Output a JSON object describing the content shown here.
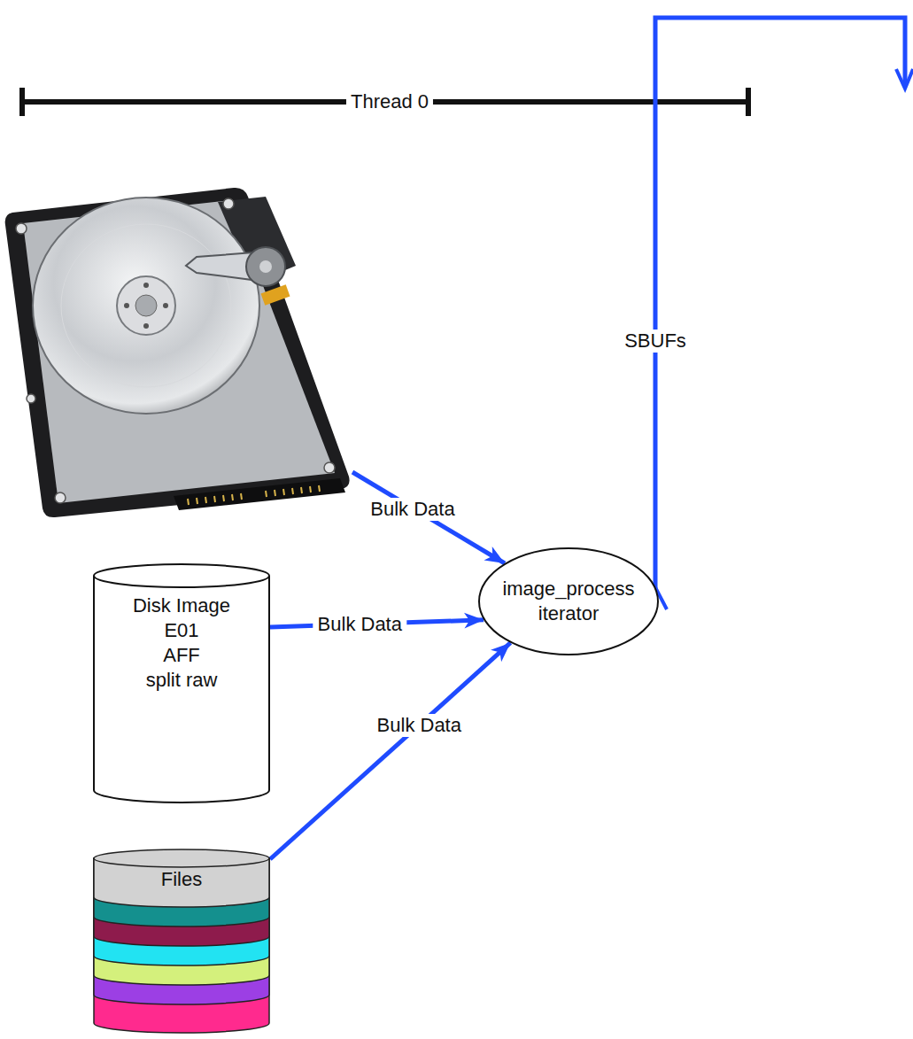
{
  "diagram": {
    "nodes": [
      {
        "text": [
          "image_process iterator"
        ]
      },
      {
        "text": [
          "Disk Image",
          "E01",
          "AFF",
          "split raw"
        ]
      },
      {
        "text": [
          "Files"
        ]
      }
    ],
    "edges": [
      {
        "from": 1,
        "to": 0,
        "arrow": "to",
        "label": "Bulk Data"
      },
      {
        "from": 2,
        "to": 0,
        "arrow": "to",
        "label": "Bulk Data"
      }
    ],
    "labels": [
      "Thread 0",
      "SBUFs",
      "Bulk Data"
    ]
  }
}
